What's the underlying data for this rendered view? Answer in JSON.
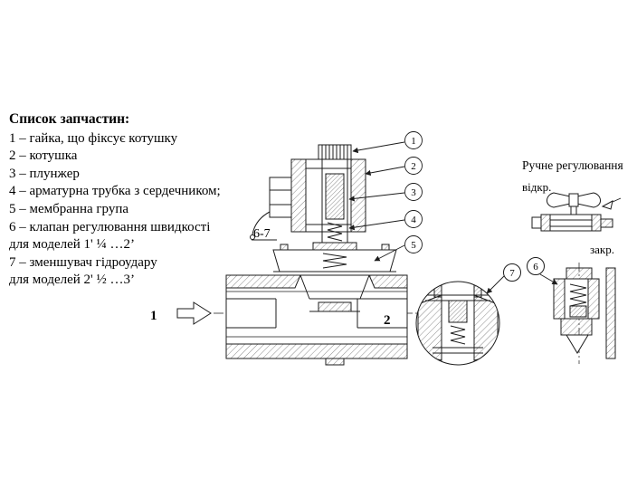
{
  "parts_list": {
    "title": "Список запчастин:",
    "items": [
      "1 – гайка, що фіксує котушку",
      "2 – котушка",
      "3 – плунжер",
      "4 – арматурна трубка з сердечником;",
      "5 – мембранна група",
      "6 – клапан регулювання швидкості",
      "для моделей 1' ¼ …2’",
      "7 – зменшувач гідроудару",
      "для моделей 2' ½ …3’"
    ]
  },
  "diagram": {
    "callout_1": "1",
    "callout_2": "2",
    "callout_3": "3",
    "callout_4": "4",
    "callout_5": "5",
    "callout_6": "6",
    "callout_7": "7",
    "label_6_7": "6-7",
    "inlet_label": "1",
    "outlet_label": "2"
  },
  "manual_regulation": {
    "title": "Ручне регулювання",
    "open_label": "відкр.",
    "closed_label": "закр."
  },
  "colors": {
    "line": "#1c1c1c",
    "background": "#ffffff"
  }
}
